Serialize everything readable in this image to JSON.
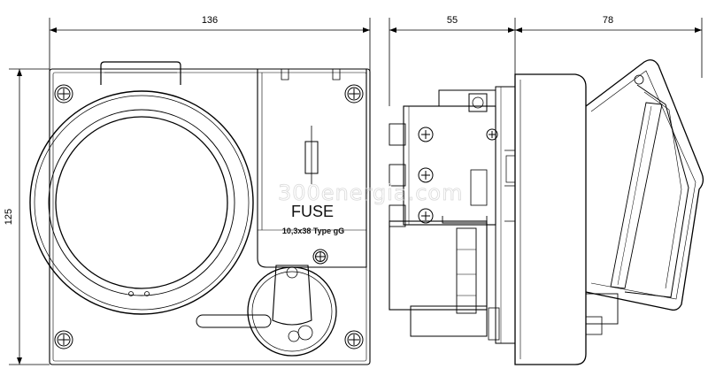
{
  "dimensions": {
    "front_width": "136",
    "side_depth": "55",
    "side_lid_depth": "78",
    "height": "125"
  },
  "front_panel": {
    "fuse_label": "FUSE",
    "fuse_spec": "10,3x38 Type gG"
  },
  "watermark": "300energia.com"
}
